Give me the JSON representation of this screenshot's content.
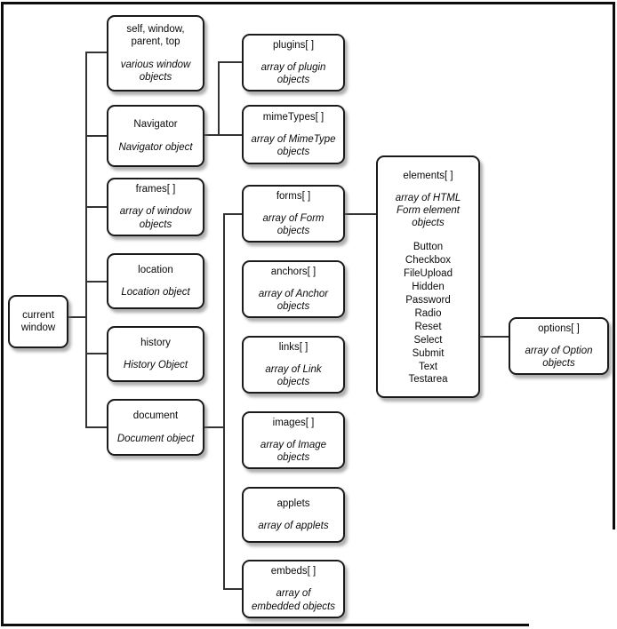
{
  "diagram": {
    "kind": "browser window object hierarchy",
    "nodes": {
      "current_window": {
        "title": "current window"
      },
      "self_window": {
        "title": "self, window, parent, top",
        "subtitle": "various window objects"
      },
      "navigator": {
        "title": "Navigator",
        "subtitle": "Navigator object"
      },
      "frames": {
        "title": "frames[ ]",
        "subtitle": "array of window objects"
      },
      "location": {
        "title": "location",
        "subtitle": "Location object"
      },
      "history": {
        "title": "history",
        "subtitle": "History Object"
      },
      "document": {
        "title": "document",
        "subtitle": "Document object"
      },
      "plugins": {
        "title": "plugins[ ]",
        "subtitle": "array of plugin objects"
      },
      "mimetypes": {
        "title": "mimeTypes[ ]",
        "subtitle": "array of MimeType objects"
      },
      "forms": {
        "title": "forms[ ]",
        "subtitle": "array of Form objects"
      },
      "anchors": {
        "title": "anchors[ ]",
        "subtitle": "array of Anchor objects"
      },
      "links": {
        "title": "links[ ]",
        "subtitle": "array of Link objects"
      },
      "images": {
        "title": "images[ ]",
        "subtitle": "array of Image objects"
      },
      "applets": {
        "title": "applets",
        "subtitle": "array of applets"
      },
      "embeds": {
        "title": "embeds[ ]",
        "subtitle": "array of embedded objects"
      },
      "elements": {
        "title": "elements[ ]",
        "subtitle": "array of HTML Form element objects",
        "items": [
          "Button",
          "Checkbox",
          "FileUpload",
          "Hidden",
          "Password",
          "Radio",
          "Reset",
          "Select",
          "Submit",
          "Text",
          "Testarea"
        ]
      },
      "options": {
        "title": "options[ ]",
        "subtitle": "array of Option objects"
      }
    },
    "hierarchy": {
      "current window": [
        "self, window, parent, top",
        "Navigator",
        "frames[ ]",
        "location",
        "history",
        "document"
      ],
      "Navigator": [
        "plugins[ ]",
        "mimeTypes[ ]"
      ],
      "document": [
        "forms[ ]",
        "anchors[ ]",
        "links[ ]",
        "images[ ]",
        "applets",
        "embeds[ ]"
      ],
      "forms[ ]": [
        "elements[ ]"
      ],
      "elements[ ]": [
        "options[ ]"
      ]
    }
  }
}
